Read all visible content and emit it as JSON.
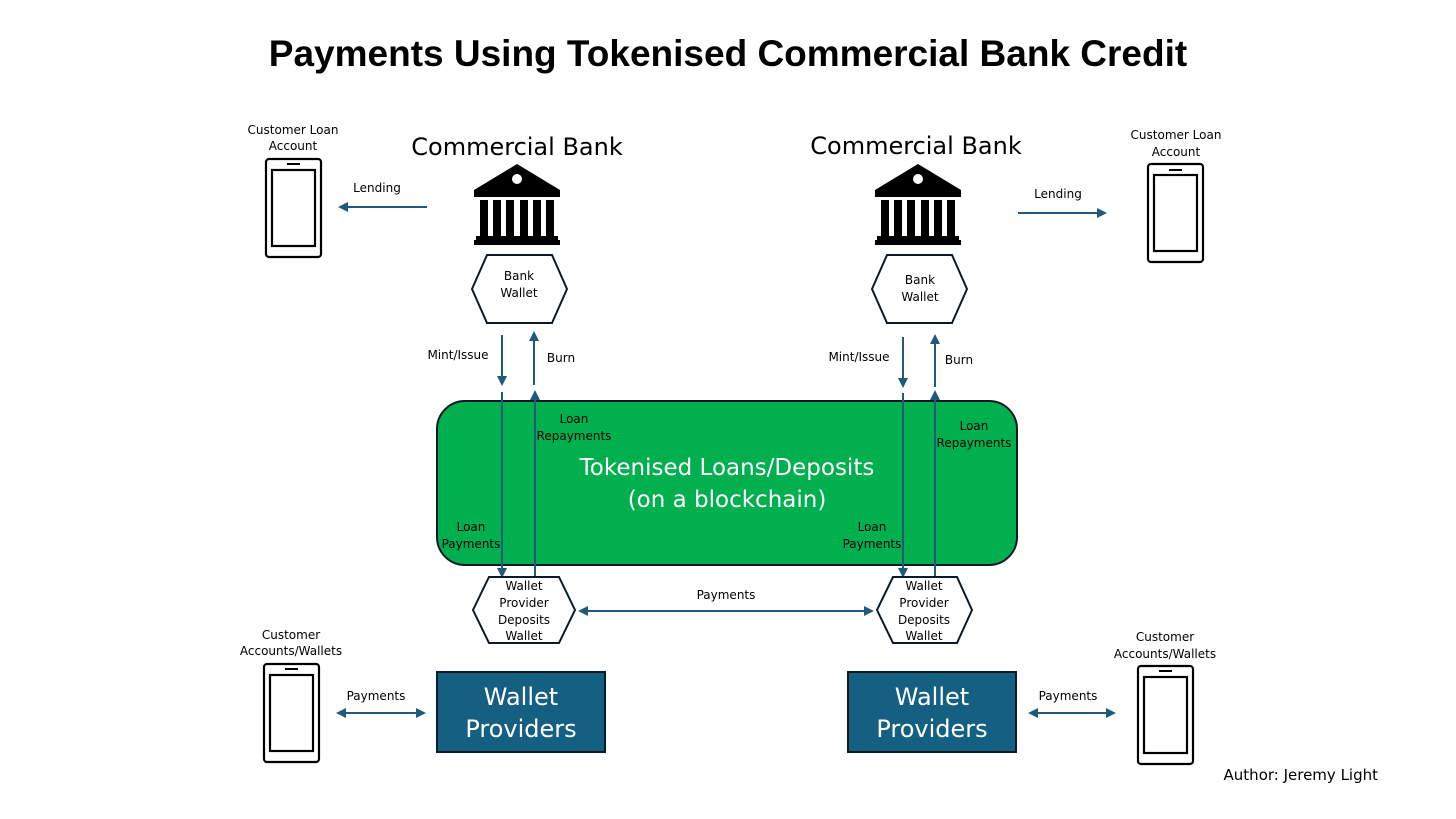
{
  "title": "Payments Using Tokenised Commercial Bank Credit",
  "colors": {
    "arrow": "#1f5a7a",
    "blockchain_fill": "#00b04f",
    "wallet_provider_fill": "#155f82",
    "outline": "#0d1a26"
  },
  "left": {
    "bank_title": "Commercial Bank",
    "bank_icon": "bank-building-icon",
    "customer_loan_account": [
      "Customer Loan",
      "Account"
    ],
    "lending_label": "Lending",
    "bank_wallet": [
      "Bank",
      "Wallet"
    ],
    "mint_label": "Mint/Issue",
    "burn_label": "Burn",
    "loan_repayments": [
      "Loan",
      "Repayments"
    ],
    "loan_payments": [
      "Loan",
      "Payments"
    ],
    "wallet_provider_deposits_wallet": [
      "Wallet",
      "Provider",
      "Deposits",
      "Wallet"
    ],
    "customer_accounts": [
      "Customer",
      "Accounts/Wallets"
    ],
    "payments_label": "Payments",
    "wallet_providers": [
      "Wallet",
      "Providers"
    ]
  },
  "right": {
    "bank_title": "Commercial Bank",
    "bank_icon": "bank-building-icon",
    "customer_loan_account": [
      "Customer Loan",
      "Account"
    ],
    "lending_label": "Lending",
    "bank_wallet": [
      "Bank",
      "Wallet"
    ],
    "mint_label": "Mint/Issue",
    "burn_label": "Burn",
    "loan_repayments": [
      "Loan",
      "Repayments"
    ],
    "loan_payments": [
      "Loan",
      "Payments"
    ],
    "wallet_provider_deposits_wallet": [
      "Wallet",
      "Provider",
      "Deposits",
      "Wallet"
    ],
    "customer_accounts": [
      "Customer",
      "Accounts/Wallets"
    ],
    "payments_label": "Payments",
    "wallet_providers": [
      "Wallet",
      "Providers"
    ]
  },
  "blockchain": [
    "Tokenised Loans/Deposits",
    "(on a blockchain)"
  ],
  "interbank_payments_label": "Payments",
  "author": "Author: Jeremy Light"
}
